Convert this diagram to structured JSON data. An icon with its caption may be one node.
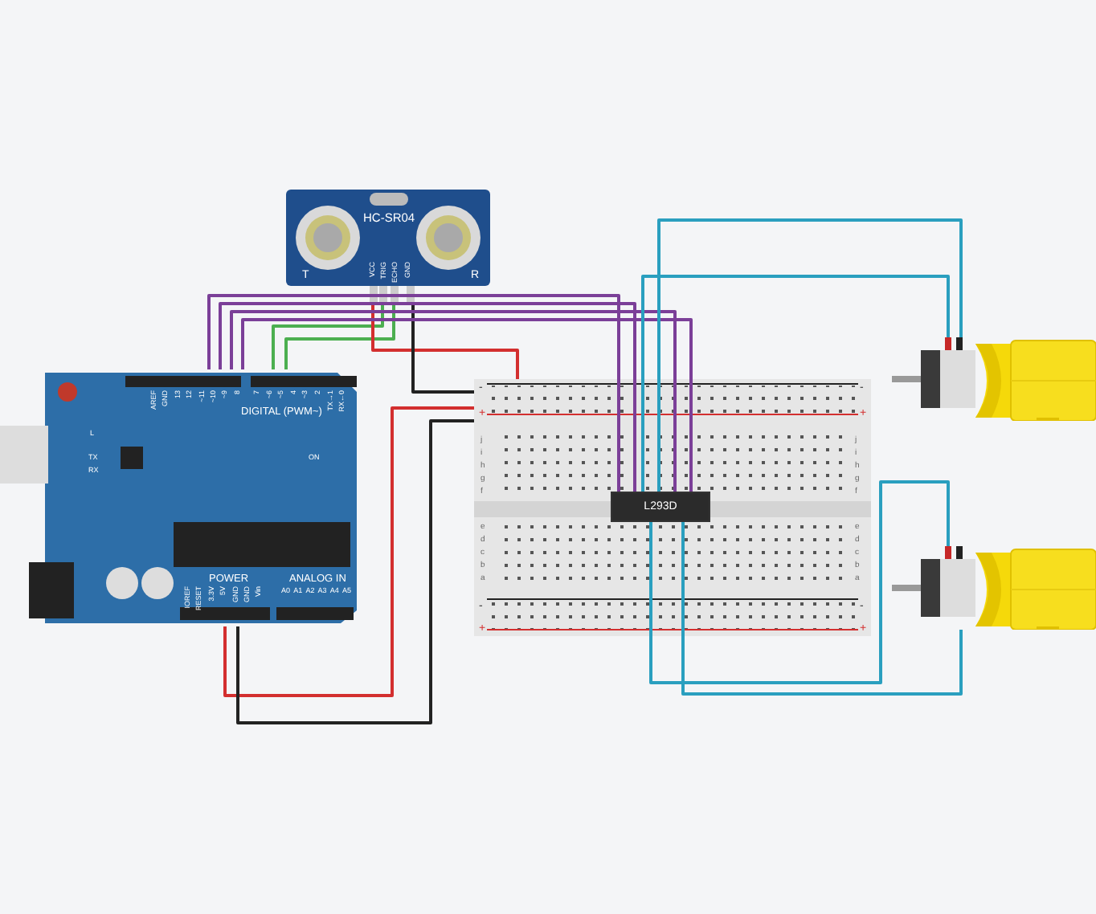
{
  "diagram": {
    "nodes": [
      {
        "text": [
          "HC-SR04"
        ]
      },
      {
        "text": [
          "DIGITAL (PWM~)",
          "POWER",
          "ANALOG IN"
        ]
      },
      {
        "text": [],
        "shape": "box"
      },
      {
        "text": [
          "L293D"
        ],
        "in": 2
      },
      {
        "text": [],
        "shape": "picture"
      },
      {
        "text": [],
        "shape": "picture"
      }
    ],
    "edges": [
      {
        "from": 0,
        "to": 1,
        "arrow": "none",
        "color": "#4caf50"
      },
      {
        "from": 0,
        "to": 1,
        "arrow": "none",
        "color": "#4caf50"
      },
      {
        "from": 0,
        "to": 2,
        "arrow": "none",
        "color": "#d32f2f"
      },
      {
        "from": 0,
        "to": 2,
        "arrow": "none",
        "color": "#222222"
      },
      {
        "from": 1,
        "to": 3,
        "arrow": "none",
        "color": "#7b3f98"
      },
      {
        "from": 1,
        "to": 3,
        "arrow": "none",
        "color": "#7b3f98"
      },
      {
        "from": 1,
        "to": 3,
        "arrow": "none",
        "color": "#7b3f98"
      },
      {
        "from": 1,
        "to": 3,
        "arrow": "none",
        "color": "#7b3f98"
      },
      {
        "from": 1,
        "to": 2,
        "arrow": "none",
        "color": "#d32f2f"
      },
      {
        "from": 1,
        "to": 2,
        "arrow": "none",
        "color": "#222222"
      },
      {
        "from": 3,
        "to": 4,
        "arrow": "none",
        "color": "#2a9fbf"
      },
      {
        "from": 3,
        "to": 4,
        "arrow": "none",
        "color": "#2a9fbf"
      },
      {
        "from": 3,
        "to": 5,
        "arrow": "none",
        "color": "#2a9fbf"
      },
      {
        "from": 3,
        "to": 5,
        "arrow": "none",
        "color": "#2a9fbf"
      }
    ],
    "labels": [
      "VCC",
      "TRIG",
      "ECHO",
      "GND",
      "T",
      "R",
      "AREF",
      "GND",
      "13",
      "12",
      "~11",
      "~10",
      "~9",
      "8",
      "7",
      "~6",
      "~5",
      "4",
      "~3",
      "2",
      "TX→1",
      "RX←0",
      "L",
      "TX",
      "RX",
      "ON",
      "IOREF",
      "RESET",
      "3.3V",
      "5V",
      "GND",
      "GND",
      "Vin",
      "A0",
      "A1",
      "A2",
      "A3",
      "A4",
      "A5",
      "j",
      "i",
      "h",
      "g",
      "f",
      "e",
      "d",
      "c",
      "b",
      "a",
      "j",
      "i",
      "h",
      "g",
      "f",
      "e",
      "d",
      "c",
      "b",
      "a",
      "-",
      "+",
      "-",
      "+",
      "-",
      "+",
      "-",
      "+"
    ]
  }
}
